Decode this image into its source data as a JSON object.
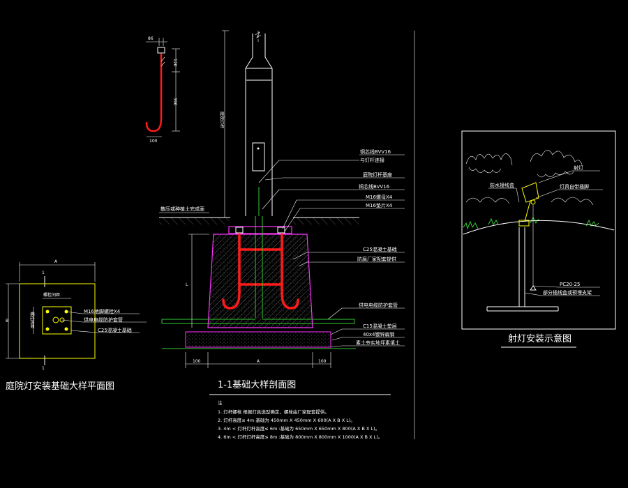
{
  "colors": {
    "background": "#000000",
    "line": "#ffffff",
    "foundation": "#ff33ff",
    "anchor_bolt": "#ff1a1a",
    "conduit": "#33cc33",
    "plan": "#ffff00"
  },
  "plan_view": {
    "title": "庭院灯安装基础大样平面图",
    "dim_top": "A",
    "dim_left": "B",
    "section_mark_top": "1",
    "section_mark_bottom": "1",
    "inner_dim": "螺栓间距",
    "inner_dim_side": "螺栓间距",
    "callouts": [
      "M16地脚螺栓X4",
      "供电电缆防护套管",
      "C25混凝土基础"
    ]
  },
  "bolt_detail": {
    "dim_top": "86",
    "dim_upper": "120",
    "dim_mid": "390",
    "dim_bottom": "100"
  },
  "section_view": {
    "title": "1-1基础大样剖面图",
    "pole_label": "庭院灯杆",
    "ground_label": "散压或种植土完成面",
    "depth_label": "L",
    "dim_left": "100",
    "dim_center": "A",
    "dim_right": "100",
    "callouts": [
      "铜芯线BVV16",
      "与灯杆连接",
      "庭院灯杆基座",
      "铜芯线BVV16",
      "M16螺母X4",
      "M16垫片X4",
      "C25混凝土基础",
      "防腐厂家配套提供",
      "供电电缆防护套管",
      "C15混凝土垫层",
      "40x4镀锌扁钢",
      "素土夯实地坪素填土"
    ]
  },
  "notes": {
    "heading": "注",
    "lines": [
      "1. 灯杆螺栓    根据灯具选型确定，螺栓由厂家配套提供。",
      "2. 灯杆高度≤  4m   基础为   450mm  X 450mm  X 600(A X B X L)。",
      "3. 4m  < 灯杆灯杆高度≤   6m  :基础为   650mm  X 650mm  X 800(A X B X L)。",
      "4. 6m  < 灯杆灯杆高度≤   8m  :基础为   800mm  X 800mm  X 1000(A X B X L)。"
    ]
  },
  "spotlight_view": {
    "title": "射灯安装示意图",
    "callouts": [
      "射灯",
      "防水接线盒",
      "灯具自带插脚",
      "PC20-25",
      "部分插线盒或预埋支架"
    ]
  }
}
